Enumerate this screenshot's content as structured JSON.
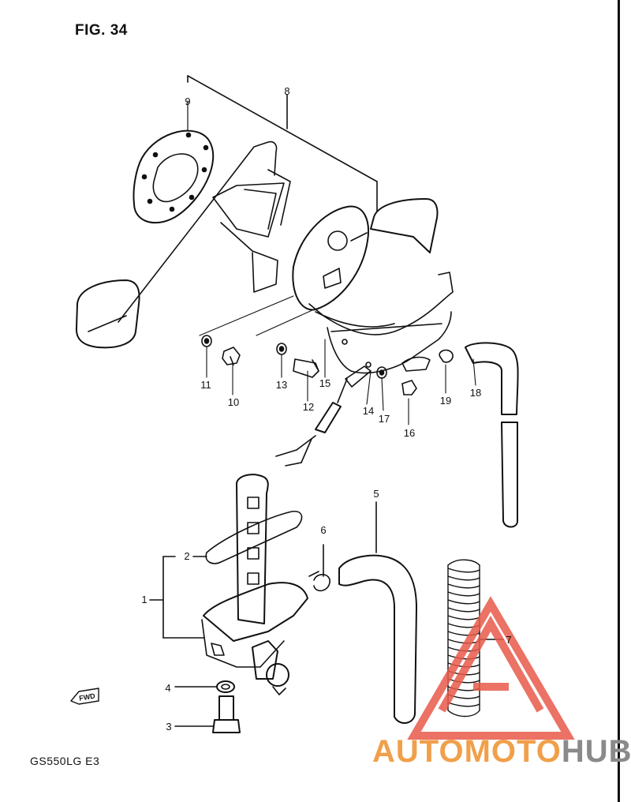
{
  "figure": {
    "title": "FIG. 34",
    "model_code": "GS550LG E3",
    "fwd_label": "FWD"
  },
  "callouts": [
    {
      "id": "1",
      "label": "1"
    },
    {
      "id": "2",
      "label": "2"
    },
    {
      "id": "3",
      "label": "3"
    },
    {
      "id": "4",
      "label": "4"
    },
    {
      "id": "5",
      "label": "5"
    },
    {
      "id": "6",
      "label": "6"
    },
    {
      "id": "7",
      "label": "7"
    },
    {
      "id": "8",
      "label": "8"
    },
    {
      "id": "9",
      "label": "9"
    },
    {
      "id": "10",
      "label": "10"
    },
    {
      "id": "11",
      "label": "11"
    },
    {
      "id": "12",
      "label": "12"
    },
    {
      "id": "13",
      "label": "13"
    },
    {
      "id": "14",
      "label": "14"
    },
    {
      "id": "15",
      "label": "15"
    },
    {
      "id": "16",
      "label": "16"
    },
    {
      "id": "17",
      "label": "17"
    },
    {
      "id": "18",
      "label": "18"
    },
    {
      "id": "19",
      "label": "19"
    }
  ],
  "watermark": {
    "text_accent": "AUTOMOTO",
    "text_gray": "HUB",
    "color_accent": "#f0a04a",
    "color_gray": "#8a8a8a",
    "logo_color": "#e85a4a"
  }
}
